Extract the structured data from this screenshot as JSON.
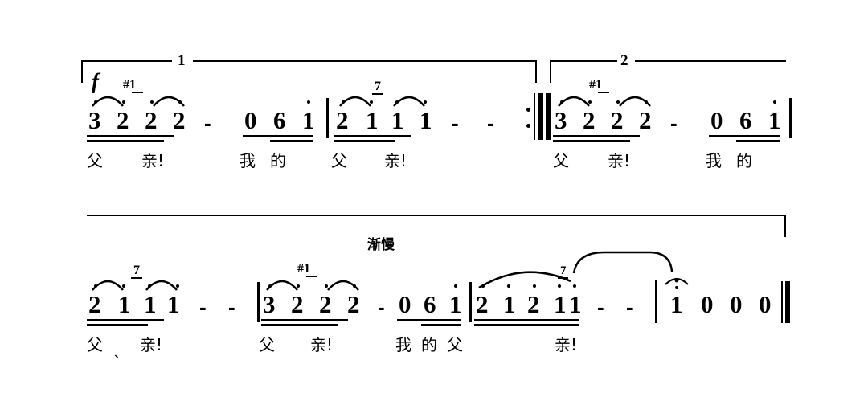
{
  "document": {
    "type": "jianpu-numbered-musical-notation",
    "language": "zh",
    "background_color": "#ffffff",
    "ink_color": "#000000"
  },
  "markings": {
    "dynamic_forte": "f",
    "tempo_rit": "渐慢",
    "volta_1_label": "1",
    "volta_2_label": "2"
  },
  "systems": [
    {
      "id": "system-1",
      "measures": [
        {
          "id": "s1-m1",
          "notes": [
            "3",
            "2",
            "2",
            "2",
            "-",
            "0",
            "6",
            "1"
          ],
          "grace_notes": [
            "#1"
          ],
          "lyrics": [
            "父",
            "亲!",
            "我",
            "的"
          ]
        },
        {
          "id": "s1-m2",
          "notes": [
            "2",
            "1",
            "1",
            "1",
            "-",
            "-"
          ],
          "grace_notes": [
            "7"
          ],
          "lyrics": [
            "父",
            "亲!"
          ]
        },
        {
          "id": "s1-m3",
          "notes": [
            "3",
            "2",
            "2",
            "2",
            "-",
            "0",
            "6",
            "1"
          ],
          "grace_notes": [
            "#1"
          ],
          "lyrics": [
            "父",
            "亲!",
            "我",
            "的"
          ]
        }
      ]
    },
    {
      "id": "system-2",
      "measures": [
        {
          "id": "s2-m1",
          "notes": [
            "2",
            "1",
            "1",
            "1",
            "-",
            "-"
          ],
          "grace_notes": [
            "7"
          ],
          "lyrics": [
            "父",
            "、",
            "亲!"
          ]
        },
        {
          "id": "s2-m2",
          "notes": [
            "3",
            "2",
            "2",
            "2",
            "-",
            "0",
            "6",
            "1"
          ],
          "grace_notes": [
            "#1"
          ],
          "lyrics": [
            "父",
            "亲!",
            "我",
            "的",
            "父"
          ]
        },
        {
          "id": "s2-m3",
          "notes": [
            "2",
            "1",
            "2",
            "1",
            "1",
            "-",
            "-"
          ],
          "grace_notes": [
            "7"
          ],
          "lyrics": [
            "亲!"
          ]
        },
        {
          "id": "s2-m4",
          "notes": [
            "1",
            "0",
            "0",
            "0"
          ],
          "grace_notes": [],
          "lyrics": []
        }
      ]
    }
  ],
  "line1": {
    "m1": {
      "n1": "3",
      "n2": "2",
      "n3": "2",
      "n4": "2",
      "rest_dash": "-",
      "n5": "0",
      "n6": "6",
      "n7": "1",
      "grace": "#1",
      "ly1": "父",
      "ly2": "亲!",
      "ly3": "我",
      "ly4": "的"
    },
    "m2": {
      "n1": "2",
      "n2": "1",
      "n3": "1",
      "n4": "1",
      "dash1": "-",
      "dash2": "-",
      "grace": "7",
      "ly1": "父",
      "ly2": "亲!"
    },
    "m3": {
      "n1": "3",
      "n2": "2",
      "n3": "2",
      "n4": "2",
      "rest_dash": "-",
      "n5": "0",
      "n6": "6",
      "n7": "1",
      "grace": "#1",
      "ly1": "父",
      "ly2": "亲!",
      "ly3": "我",
      "ly4": "的"
    }
  },
  "line2": {
    "m1": {
      "n1": "2",
      "n2": "1",
      "n3": "1",
      "n4": "1",
      "dash1": "-",
      "dash2": "-",
      "grace": "7",
      "ly1": "父",
      "ly2": "、",
      "ly3": "亲!"
    },
    "m2": {
      "n1": "3",
      "n2": "2",
      "n3": "2",
      "n4": "2",
      "rest_dash": "-",
      "n5": "0",
      "n6": "6",
      "n7": "1",
      "grace": "#1",
      "ly1": "父",
      "ly2": "亲!",
      "ly3": "我",
      "ly4": "的",
      "ly5": "父"
    },
    "m3": {
      "n1": "2",
      "n2": "1",
      "n3": "2",
      "n4": "1",
      "n5": "1",
      "dash1": "-",
      "dash2": "-",
      "grace": "7",
      "ly1": "亲!"
    },
    "m4": {
      "n1": "1",
      "n2": "0",
      "n3": "0",
      "n4": "0"
    }
  }
}
